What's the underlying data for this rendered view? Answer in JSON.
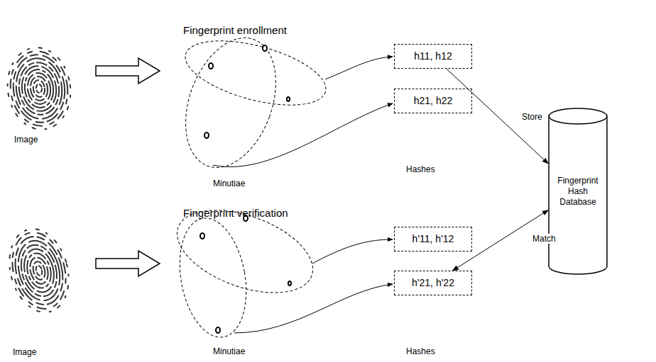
{
  "diagram": {
    "nodes": [
      {
        "text": [
          "h11, h12"
        ]
      },
      {
        "text": [
          "h21, h22"
        ]
      },
      {
        "text": [
          "Fingerprint Hash Database"
        ]
      },
      {
        "text": [
          "h'11, h'12"
        ]
      },
      {
        "text": [
          "h'21, h'22"
        ]
      }
    ],
    "edges": [
      {
        "from": 0,
        "to": 2,
        "label": "Store",
        "arrow": "to"
      },
      {
        "from": 4,
        "to": 2,
        "label": "Match",
        "arrow": "both"
      }
    ],
    "labels": [
      "Fingerprint enrollment",
      "Image",
      "Minutiae",
      "Hashes",
      "Fingerprint verification",
      "Image",
      "Minutiae",
      "Hashes"
    ]
  }
}
